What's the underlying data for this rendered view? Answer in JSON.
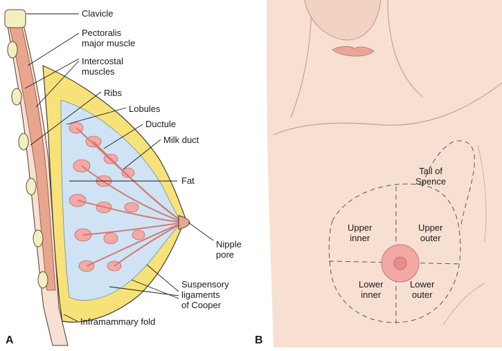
{
  "panel_a": {
    "letter": "A",
    "labels": {
      "clavicle": "Clavicle",
      "pectoralis": "Pectoralis\nmajor muscle",
      "intercostal": "Intercostal\nmuscles",
      "ribs": "Ribs",
      "lobules": "Lobules",
      "ductule": "Ductule",
      "milk_duct": "Milk duct",
      "fat": "Fat",
      "nipple_pore": "Nipple\npore",
      "suspensory": "Suspensory\nligaments\nof Cooper",
      "inframammary": "Inframammary fold"
    }
  },
  "panel_b": {
    "letter": "B",
    "labels": {
      "tail_of_spence": "Tail of\nSpence",
      "upper_inner": "Upper\ninner",
      "upper_outer": "Upper\nouter",
      "lower_inner": "Lower\ninner",
      "lower_outer": "Lower\nouter"
    }
  },
  "colors": {
    "skin": "#f7e0d2",
    "skin_shadow": "#e9c3ae",
    "muscle": "#e9a68f",
    "fat": "#f7e27a",
    "gland_bg": "#cfe3f4",
    "lobule": "#f3a9a6",
    "areola": "#f2a9a6",
    "rib": "#f4efc0",
    "outline": "#4a3a32"
  }
}
